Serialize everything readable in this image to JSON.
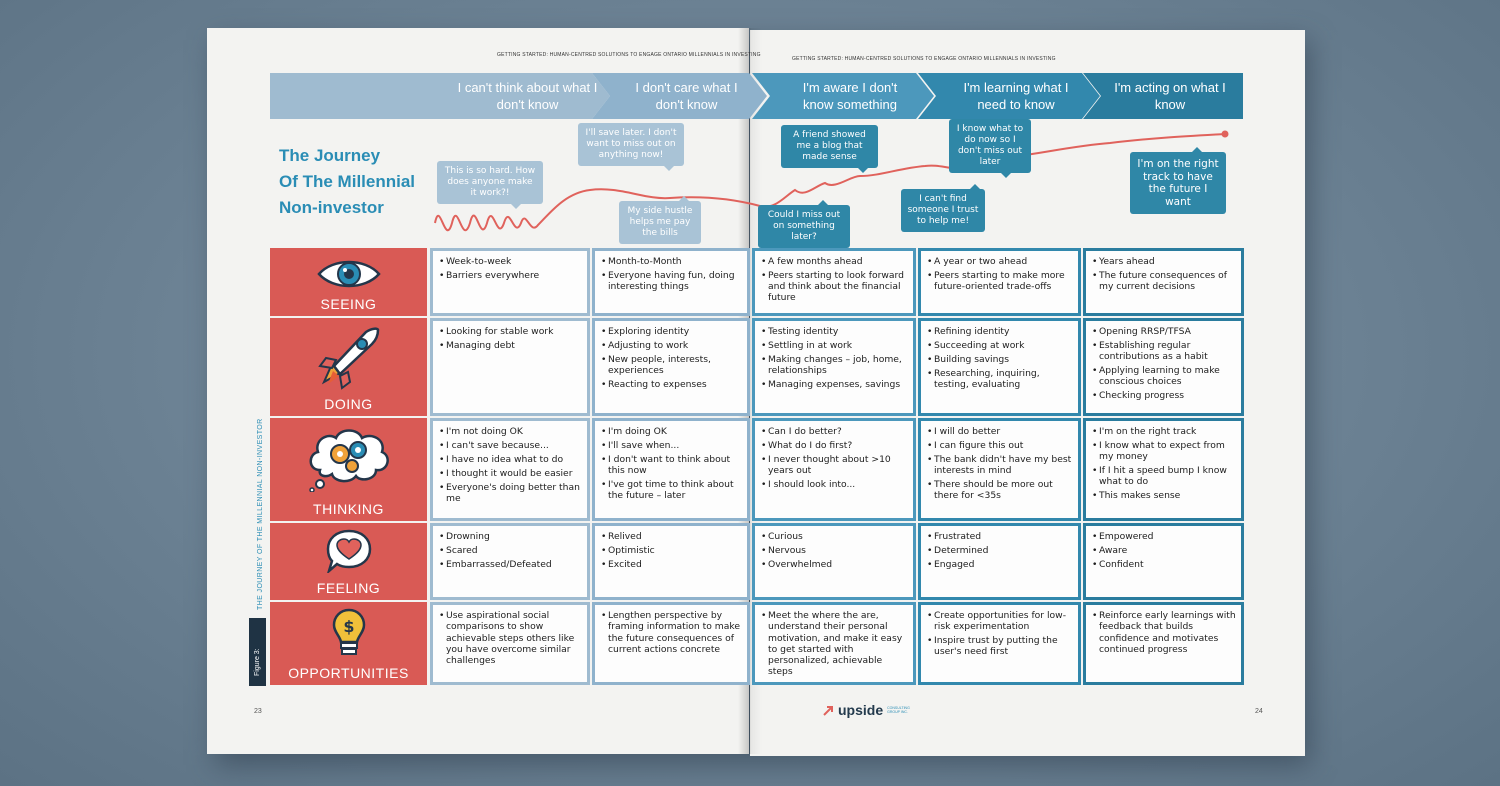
{
  "running_head": "GETTING STARTED: HUMAN-CENTRED SOLUTIONS TO ENGAGE ONTARIO MILLENNIALS IN INVESTING",
  "stages": [
    {
      "label": "I can't think about what I don't know",
      "color": "#9fbbd0"
    },
    {
      "label": "I don't care what I don't know",
      "color": "#8fb2cc"
    },
    {
      "label": "I'm aware I don't know something",
      "color": "#4c98bc"
    },
    {
      "label": "I'm learning what I need to know",
      "color": "#3288ad"
    },
    {
      "label": "I'm acting on what I know",
      "color": "#2a7c9e"
    }
  ],
  "title": [
    "The Journey",
    "Of The Millennial",
    "Non-investor"
  ],
  "bubbles": {
    "b1": "This is so hard. How does anyone make it work?!",
    "b2": "I'll save later. I don't want to miss out on anything now!",
    "b3": "My side hustle helps me pay the bills",
    "b4": "A friend showed me a blog that made sense",
    "b5": "Could I miss out on something later?",
    "b6": "I know what to do now so I don't miss out later",
    "b7": "I can't find someone I trust to help me!",
    "b8": "I'm on the right track to have the future I want"
  },
  "rows": [
    {
      "label": "SEEING",
      "icon": "eye-icon",
      "cells": [
        [
          "Week-to-week",
          "Barriers everywhere"
        ],
        [
          "Month-to-Month",
          "Everyone having fun, doing interesting things"
        ],
        [
          "A few months ahead",
          "Peers starting to look forward and think about the financial future"
        ],
        [
          "A year or two ahead",
          "Peers starting to make more future-oriented trade-offs"
        ],
        [
          "Years ahead",
          "The future consequences of my current decisions"
        ]
      ]
    },
    {
      "label": "DOING",
      "icon": "rocket-icon",
      "cells": [
        [
          "Looking for stable work",
          "Managing debt"
        ],
        [
          "Exploring identity",
          "Adjusting to work",
          "New people, interests, experiences",
          "Reacting to expenses"
        ],
        [
          "Testing identity",
          "Settling in at work",
          "Making changes – job, home, relationships",
          "Managing expenses, savings"
        ],
        [
          "Refining identity",
          "Succeeding at work",
          "Building savings",
          "Researching, inquiring, testing, evaluating"
        ],
        [
          "Opening RRSP/TFSA",
          "Establishing regular contributions as a habit",
          "Applying learning to make conscious choices",
          "Checking progress"
        ]
      ]
    },
    {
      "label": "THINKING",
      "icon": "thought-gears-icon",
      "cells": [
        [
          "I'm not doing OK",
          "I can't save because...",
          "I have no idea what to do",
          "I thought it would be easier",
          "Everyone's doing better than me"
        ],
        [
          "I'm doing OK",
          "I'll save when...",
          "I don't want to think about this now",
          "I've got time to think about the future – later"
        ],
        [
          "Can I do better?",
          "What do I do first?",
          "I never thought about >10 years out",
          "I should look into..."
        ],
        [
          "I will do better",
          "I can figure this out",
          "The bank didn't have my best interests in mind",
          "There should be more out there for <35s"
        ],
        [
          "I'm on the right track",
          "I know what to expect from my money",
          "If I hit a speed bump I know what to do",
          "This makes sense"
        ]
      ]
    },
    {
      "label": "FEELING",
      "icon": "heart-bubble-icon",
      "cells": [
        [
          "Drowning",
          "Scared",
          "Embarrassed/Defeated"
        ],
        [
          "Relived",
          "Optimistic",
          "Excited"
        ],
        [
          "Curious",
          "Nervous",
          "Overwhelmed"
        ],
        [
          "Frustrated",
          "Determined",
          "Engaged"
        ],
        [
          "Empowered",
          "Aware",
          "Confident"
        ]
      ]
    },
    {
      "label": "OPPORTUNITIES",
      "icon": "dollar-bulb-icon",
      "cells": [
        [
          "Use aspirational social comparisons to show achievable steps others like you have overcome similar challenges"
        ],
        [
          "Lengthen perspective by framing information to make the future consequences of current actions concrete"
        ],
        [
          "Meet the where the are, understand their personal motivation, and make it easy to get started with personalized, achievable steps"
        ],
        [
          "Create opportunities for low-risk experimentation",
          "Inspire trust by putting the user's need first"
        ],
        [
          "Reinforce early learnings with feedback that builds confidence and motivates continued progress"
        ]
      ]
    }
  ],
  "column_colors": [
    "#9fbbd0",
    "#8fb2cc",
    "#4c98bc",
    "#3288ad",
    "#2a7c9e"
  ],
  "side_label": "THE JOURNEY OF THE MILLENNIAL NON-INVESTOR",
  "figure_label": "Figure 3:",
  "page_left": "23",
  "page_right": "24",
  "logo": {
    "name": "upside",
    "tagline": "CONSULTING GROUP INC."
  }
}
